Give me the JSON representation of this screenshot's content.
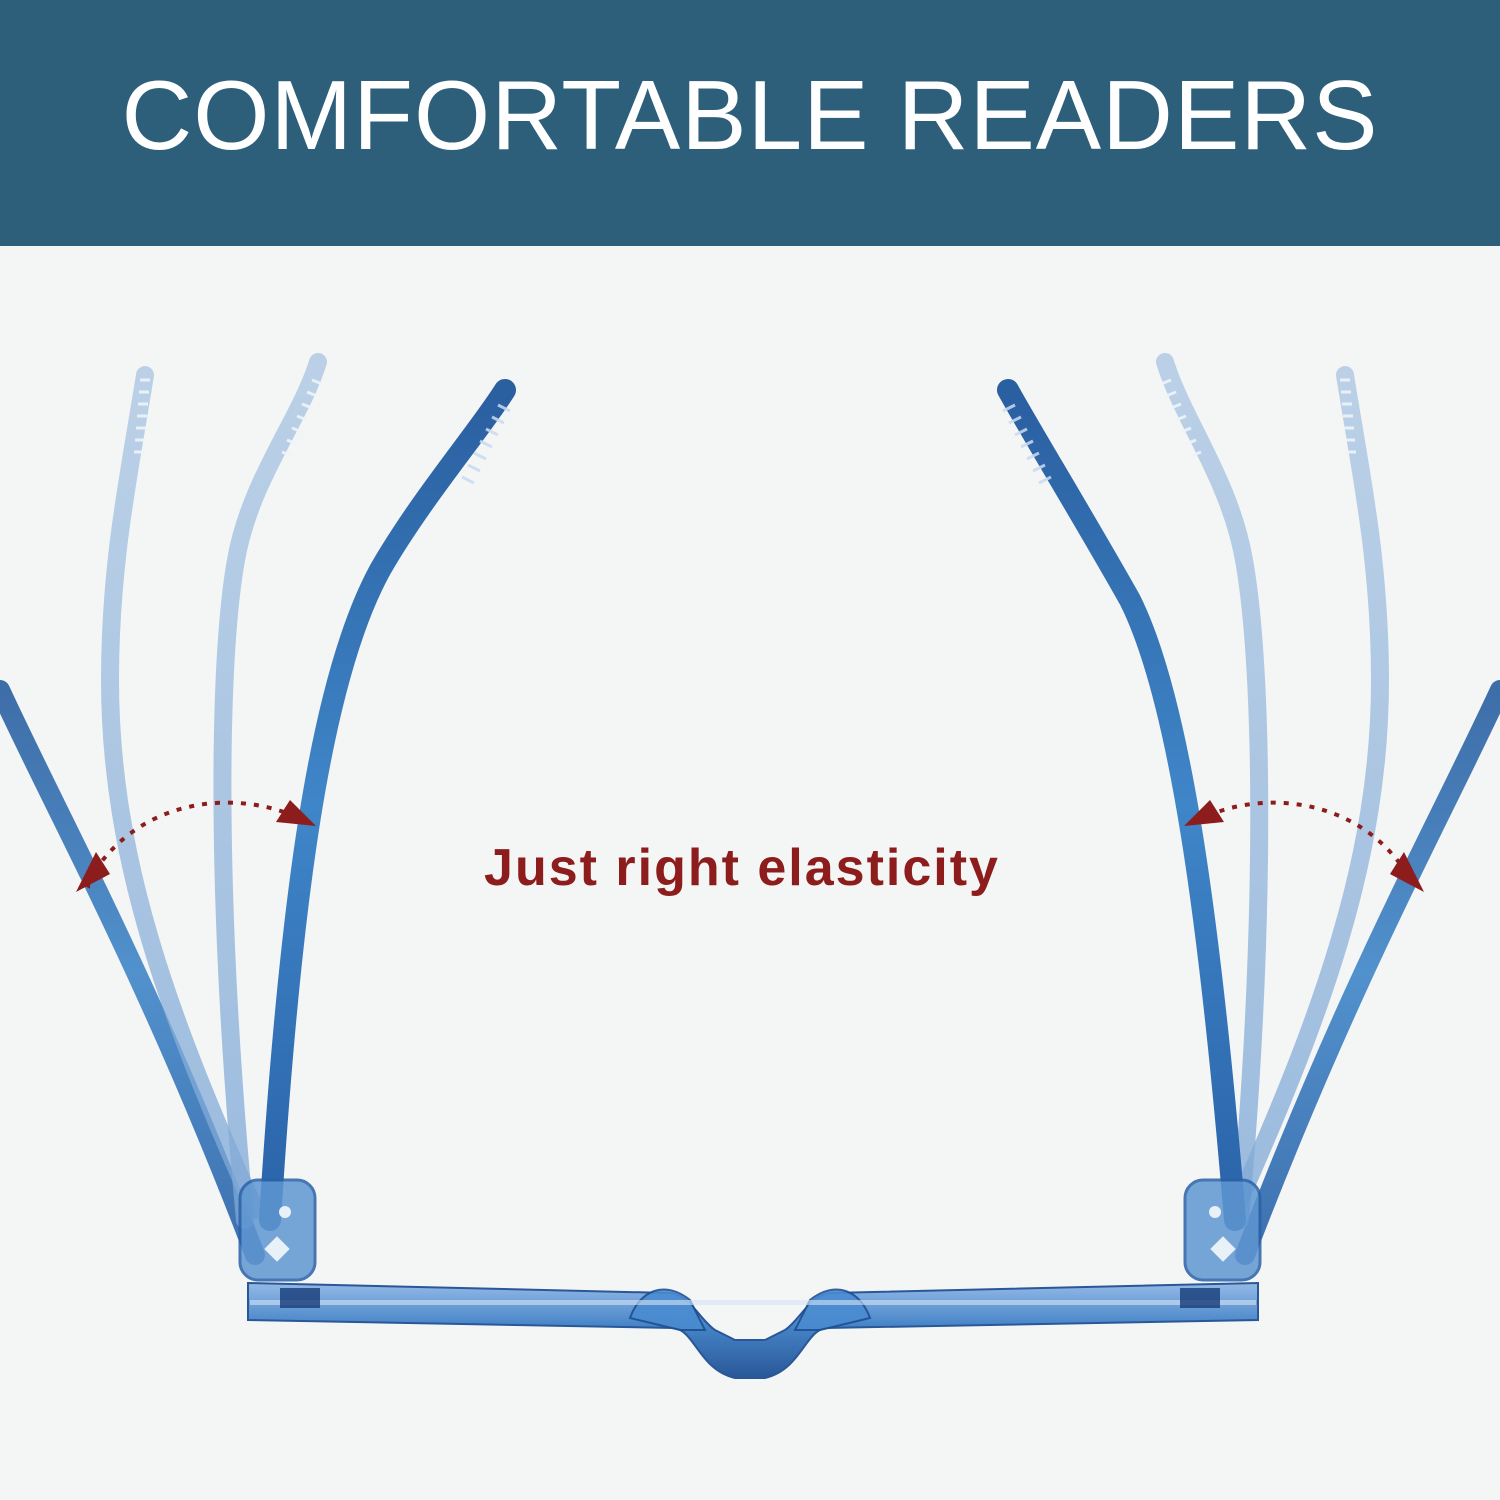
{
  "header": {
    "title": "COMFORTABLE READERS",
    "background_color": "#2e5f7a",
    "text_color": "#ffffff"
  },
  "illustration": {
    "subject": "blue translucent reading glasses with flexing temple arms",
    "frame_color": "#2f6fb5",
    "arrow_color": "#8d1c1c"
  },
  "caption": {
    "text": "Just right elasticity",
    "color": "#8d1c1c"
  }
}
